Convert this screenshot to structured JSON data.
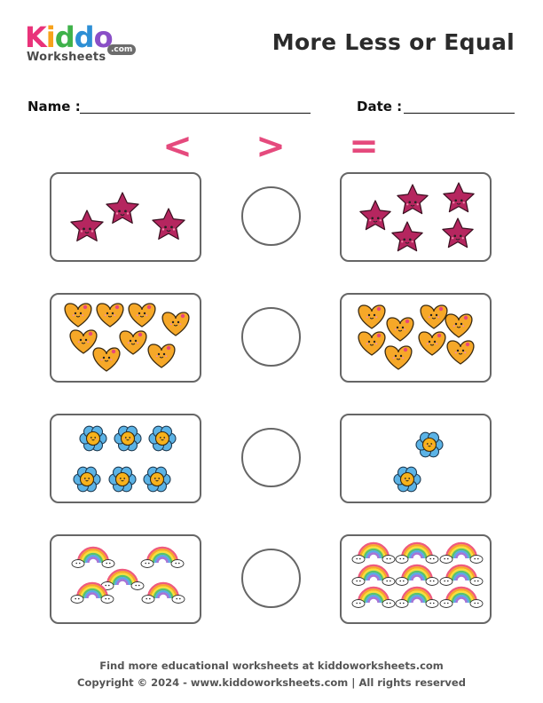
{
  "logo": {
    "word": [
      "K",
      "i",
      "d",
      "d",
      "o"
    ],
    "colors": [
      "#e9337a",
      "#f7a21b",
      "#3fb24a",
      "#2d8fd5",
      "#8a4fc7"
    ],
    "sub": "Worksheets",
    "com": ".com"
  },
  "title": "More Less or Equal",
  "name_label": "Name :",
  "date_label": "Date :",
  "symbols": [
    "<",
    ">",
    "="
  ],
  "rows": [
    {
      "left_item": "star",
      "left_count": 3,
      "right_item": "star",
      "right_count": 5
    },
    {
      "left_item": "heart",
      "left_count": 8,
      "right_item": "heart",
      "right_count": 8
    },
    {
      "left_item": "flower",
      "left_count": 6,
      "right_item": "flower",
      "right_count": 2
    },
    {
      "left_item": "rainbow",
      "left_count": 5,
      "right_item": "rainbow",
      "right_count": 9
    }
  ],
  "colors": {
    "star": "#b5265f",
    "heart": "#f6a828",
    "flower_petal": "#5bb3e6",
    "flower_center": "#f7b21b",
    "symbol": "#e54a7d"
  },
  "footer": {
    "line1": "Find more educational worksheets at kiddoworksheets.com",
    "line2": "Copyright © 2024 - www.kiddoworksheets.com  |  All rights reserved"
  }
}
